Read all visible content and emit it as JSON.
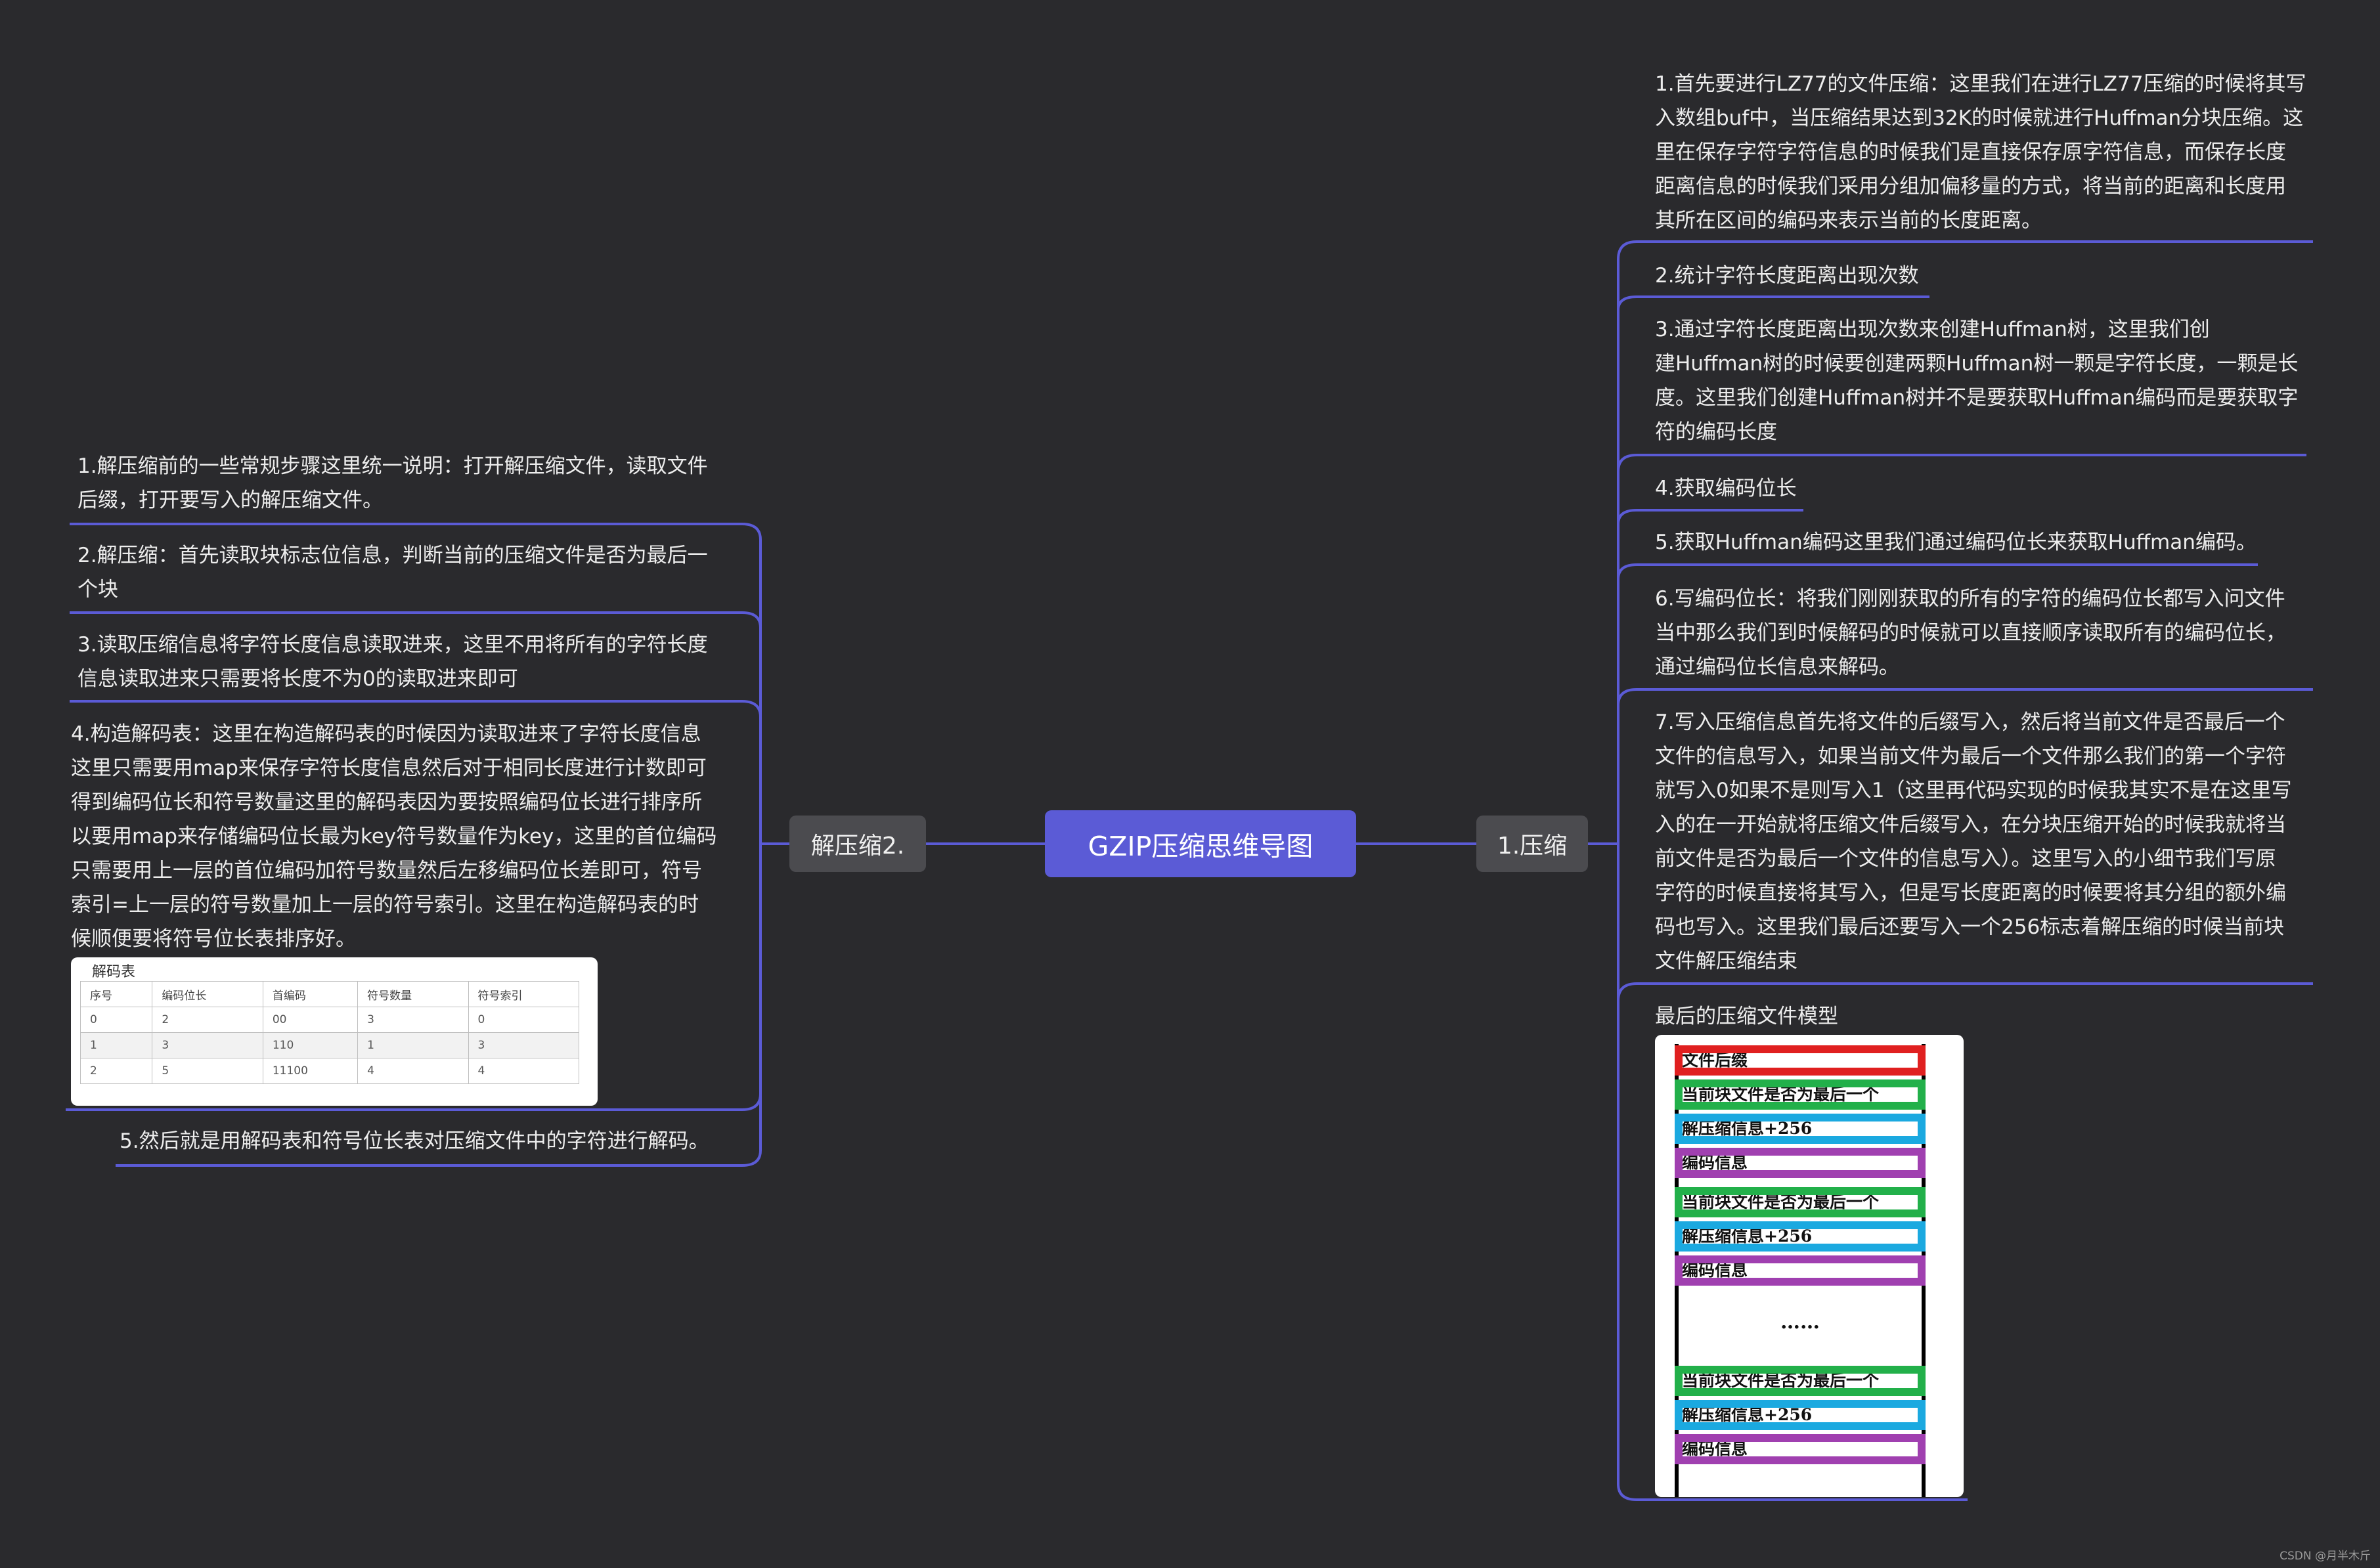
{
  "central": {
    "label": "GZIP压缩思维导图"
  },
  "right_branch": {
    "label": "1.压缩",
    "items": [
      "1.首先要进行LZ77的文件压缩：这里我们在进行LZ77压缩的时候将其写\n入数组buf中，当压缩结果达到32K的时候就进行Huffman分块压缩。这\n里在保存字符字符信息的时候我们是直接保存原字符信息，而保存长度\n距离信息的时候我们采用分组加偏移量的方式，将当前的距离和长度用\n其所在区间的编码来表示当前的长度距离。",
      "2.统计字符长度距离出现次数",
      "3.通过字符长度距离出现次数来创建Huffman树，这里我们创\n建Huffman树的时候要创建两颗Huffman树一颗是字符长度，一颗是长\n度。这里我们创建Huffman树并不是要获取Huffman编码而是要获取字\n符的编码长度",
      "4.获取编码位长",
      "5.获取Huffman编码这里我们通过编码位长来获取Huffman编码。",
      "6.写编码位长：将我们刚刚获取的所有的字符的编码位长都写入问文件\n当中那么我们到时候解码的时候就可以直接顺序读取所有的编码位长，\n通过编码位长信息来解码。",
      "7.写入压缩信息首先将文件的后缀写入，然后将当前文件是否最后一个\n文件的信息写入，如果当前文件为最后一个文件那么我们的第一个字符\n就写入0如果不是则写入1（这里再代码实现的时候我其实不是在这里写\n入的在一开始就将压缩文件后缀写入，在分块压缩开始的时候我就将当\n前文件是否为最后一个文件的信息写入）。这里写入的小细节我们写原\n字符的时候直接将其写入，但是写长度距离的时候要将其分组的额外编\n码也写入。这里我们最后还要写入一个256标志着解压缩的时候当前块\n文件解压缩结束",
      "最后的压缩文件模型"
    ],
    "model_boxes": [
      {
        "label": "文件后缀",
        "color": "#e02020"
      },
      {
        "label": "当前块文件是否为最后一个",
        "color": "#22b04a"
      },
      {
        "label": "解压缩信息+256",
        "color": "#1ba9e0"
      },
      {
        "label": "编码信息",
        "color": "#a040b0"
      },
      {
        "label": "当前块文件是否为最后一个",
        "color": "#22b04a"
      },
      {
        "label": "解压缩信息+256",
        "color": "#1ba9e0"
      },
      {
        "label": "编码信息",
        "color": "#a040b0"
      },
      {
        "label": "当前块文件是否为最后一个",
        "color": "#22b04a"
      },
      {
        "label": "解压缩信息+256",
        "color": "#1ba9e0"
      },
      {
        "label": "编码信息",
        "color": "#a040b0"
      }
    ],
    "model_ellipsis": "……"
  },
  "left_branch": {
    "label": "解压缩2.",
    "items": [
      "1.解压缩前的一些常规步骤这里统一说明：打开解压缩文件，读取文件\n后缀，打开要写入的解压缩文件。",
      "2.解压缩：首先读取块标志位信息，判断当前的压缩文件是否为最后一\n个块",
      "3.读取压缩信息将字符长度信息读取进来，这里不用将所有的字符长度\n信息读取进来只需要将长度不为0的读取进来即可",
      "4.构造解码表：这里在构造解码表的时候因为读取进来了字符长度信息\n这里只需要用map来保存字符长度信息然后对于相同长度进行计数即可\n得到编码位长和符号数量这里的解码表因为要按照编码位长进行排序所\n以要用map来存储编码位长最为key符号数量作为key，这里的首位编码\n只需要用上一层的首位编码加符号数量然后左移编码位长差即可，符号\n索引=上一层的符号数量加上一层的符号索引。这里在构造解码表的时\n候顺便要将符号位长表排序好。",
      "5.然后就是用解码表和符号位长表对压缩文件中的字符进行解码。"
    ],
    "decode_table": {
      "title": "解码表",
      "headers": [
        "序号",
        "编码位长",
        "首编码",
        "符号数量",
        "符号索引"
      ],
      "rows": [
        [
          "0",
          "2",
          "00",
          "3",
          "0"
        ],
        [
          "1",
          "3",
          "110",
          "1",
          "3"
        ],
        [
          "2",
          "5",
          "11100",
          "4",
          "4"
        ]
      ]
    }
  },
  "colors": {
    "background": "#2a2a2d",
    "accent": "#5b5bd6",
    "branch": "#4b4b4f",
    "line": "#5b5bd6"
  },
  "watermark": "CSDN @月半木斤"
}
